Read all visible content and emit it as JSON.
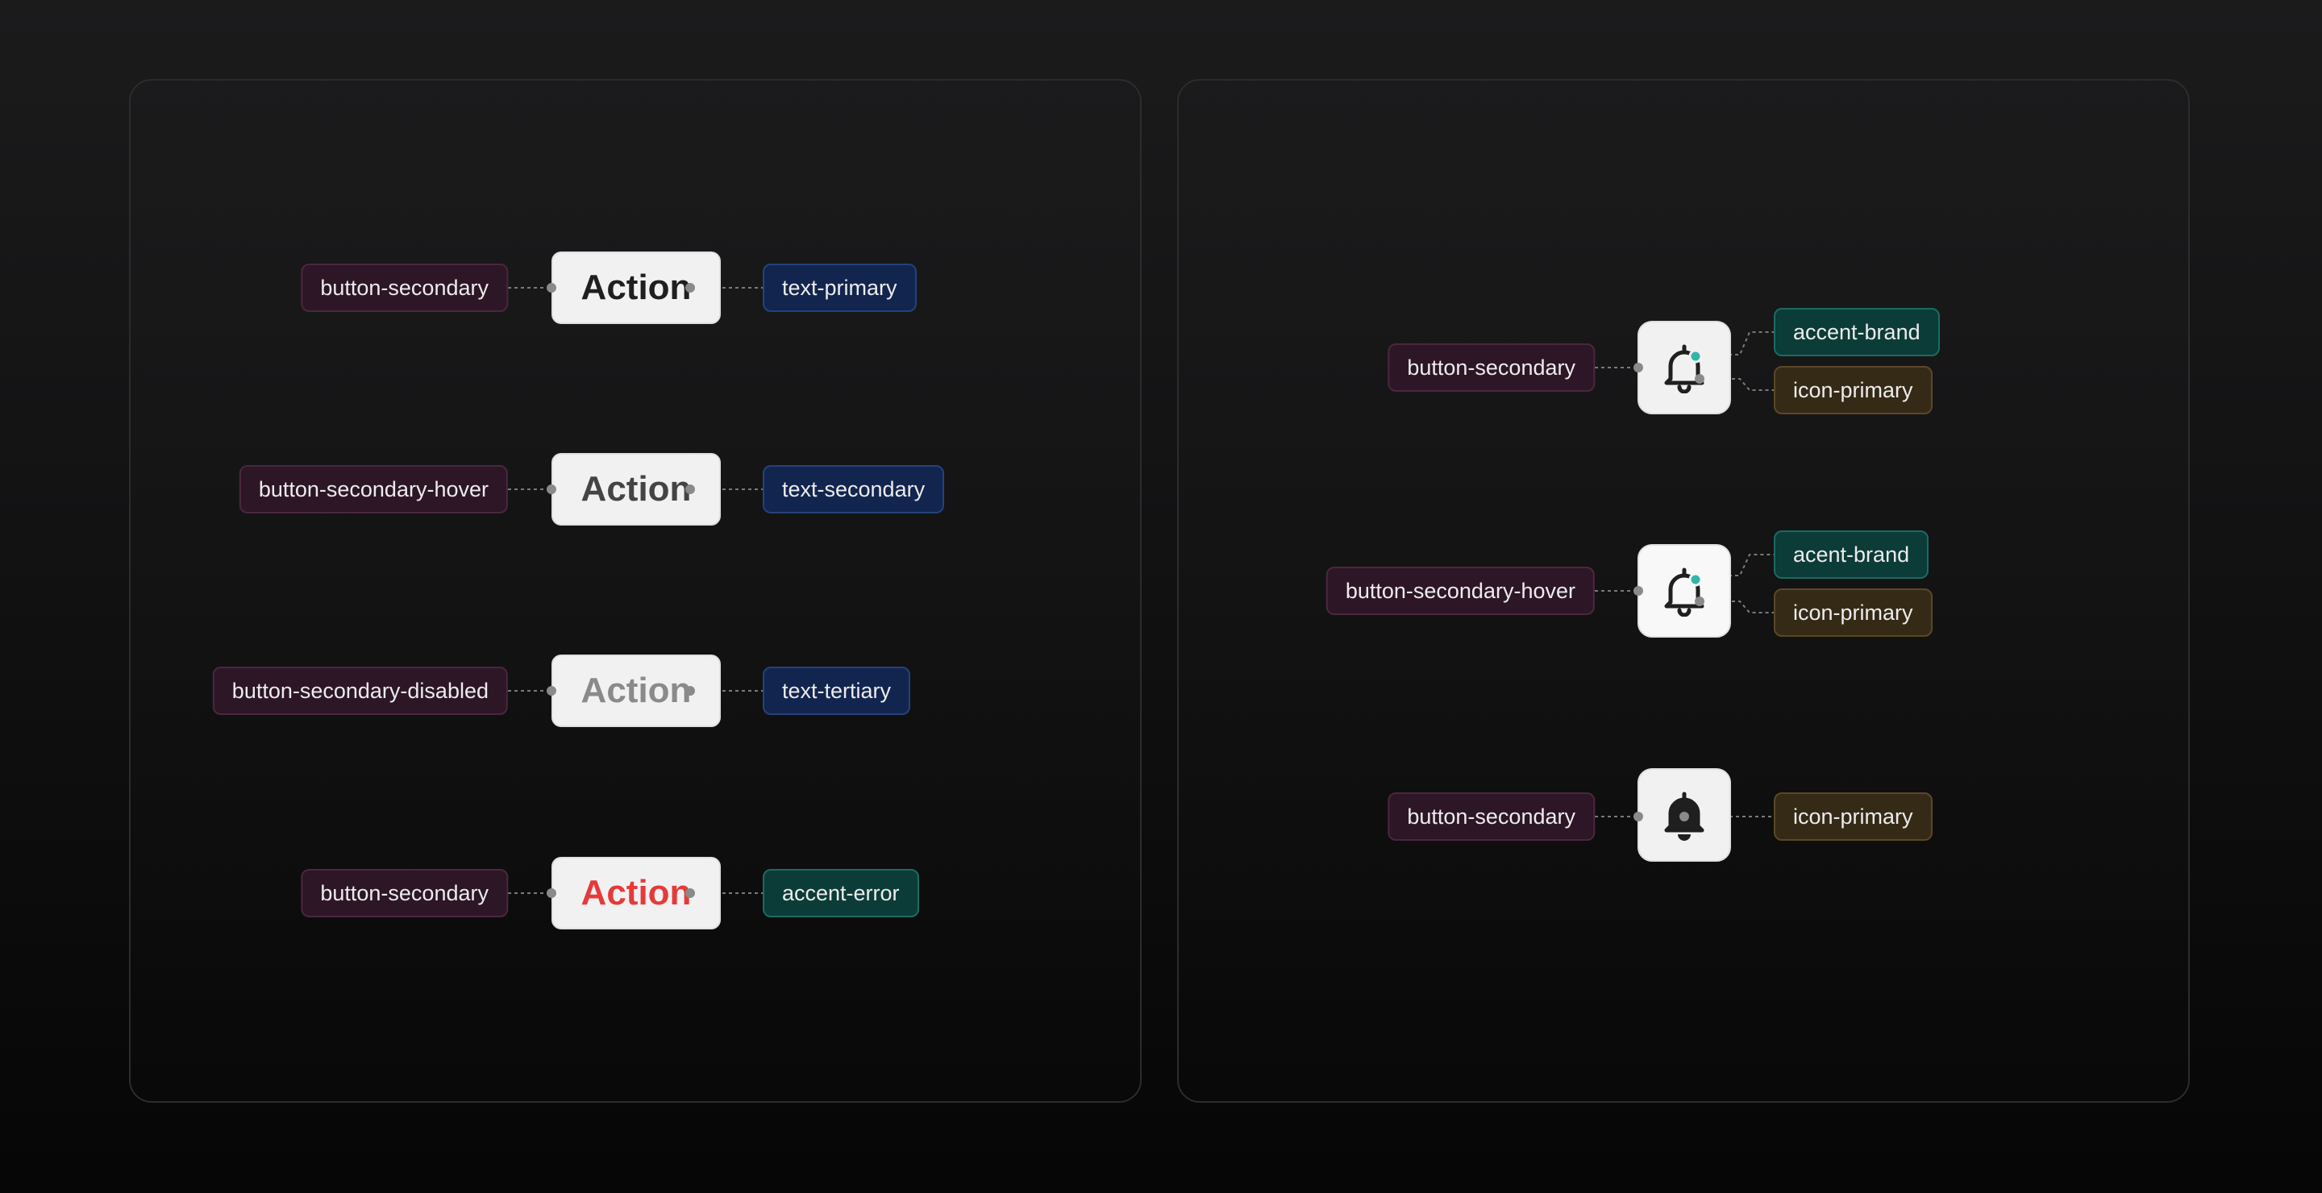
{
  "colors": {
    "text_primary": "#1f1f1f",
    "text_secondary": "#444444",
    "text_tertiary": "#8a8a8a",
    "accent_error": "#e53a3a",
    "accent_brand": "#2fb7aa",
    "icon_primary": "#1f1f1f"
  },
  "left_panel": {
    "rows": [
      {
        "button_label": "Action",
        "left_tag": "button-secondary",
        "right_tag": "text-primary"
      },
      {
        "button_label": "Action",
        "left_tag": "button-secondary-hover",
        "right_tag": "text-secondary"
      },
      {
        "button_label": "Action",
        "left_tag": "button-secondary-disabled",
        "right_tag": "text-tertiary"
      },
      {
        "button_label": "Action",
        "left_tag": "button-secondary",
        "right_tag": "accent-error"
      }
    ]
  },
  "right_panel": {
    "rows": [
      {
        "icon": "bell-with-badge-icon",
        "left_tag": "button-secondary",
        "right_tags": [
          "accent-brand",
          "icon-primary"
        ]
      },
      {
        "icon": "bell-with-badge-icon",
        "left_tag": "button-secondary-hover",
        "right_tags": [
          "acent-brand",
          "icon-primary"
        ]
      },
      {
        "icon": "bell-filled-icon",
        "left_tag": "button-secondary",
        "right_tags": [
          "icon-primary"
        ]
      }
    ]
  }
}
